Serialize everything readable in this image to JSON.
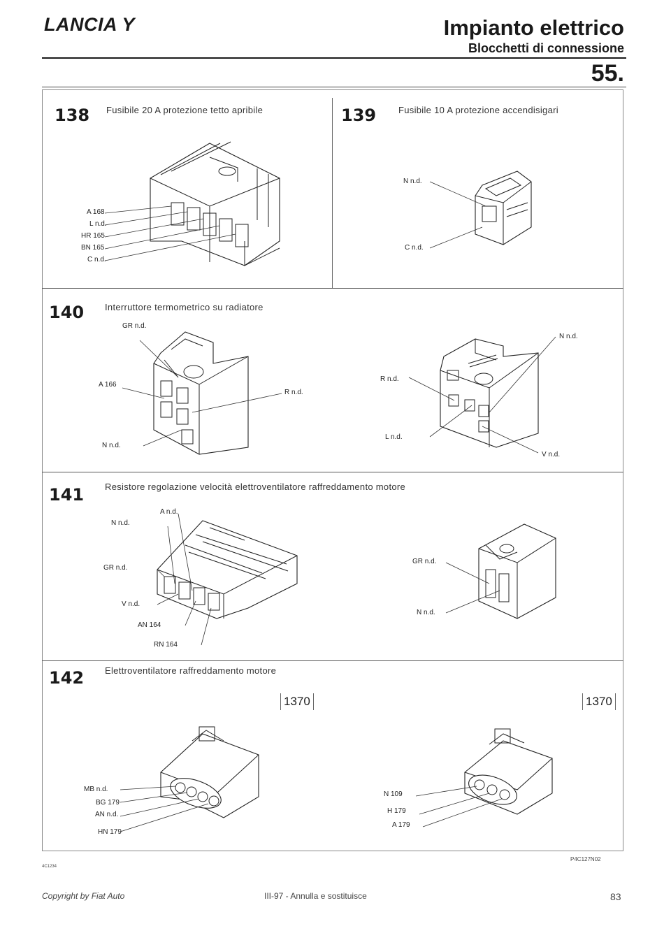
{
  "header": {
    "brand": "LANCIA Y",
    "title": "Impianto elettrico",
    "subtitle": "Blocchetti di connessione",
    "page_section": "55."
  },
  "sections": [
    {
      "number": "138",
      "description": "Fusibile 20 A protezione tetto apribile",
      "labels": [
        "A 168",
        "L n.d.",
        "HR 165",
        "BN 165",
        "C n.d."
      ]
    },
    {
      "number": "139",
      "description": "Fusibile 10 A protezione accendisigari",
      "labels": [
        "N n.d.",
        "C n.d."
      ]
    },
    {
      "number": "140",
      "description": "Interruttore termometrico su radiatore",
      "labels_left": [
        "GR n.d.",
        "A 166",
        "R n.d.",
        "N n.d."
      ],
      "labels_right": [
        "N n.d.",
        "R n.d.",
        "L n.d.",
        "V n.d."
      ]
    },
    {
      "number": "141",
      "description": "Resistore regolazione velocità elettroventilatore raffreddamento motore",
      "labels_left": [
        "A n.d.",
        "N n.d.",
        "GR n.d.",
        "V n.d.",
        "AN 164",
        "RN 164"
      ],
      "labels_right": [
        "GR n.d.",
        "N n.d."
      ]
    },
    {
      "number": "142",
      "description": "Elettroventilatore raffreddamento motore",
      "ref_left": "1370",
      "ref_right": "1370",
      "labels_left": [
        "MB n.d.",
        "BG 179",
        "AN n.d.",
        "HN 179"
      ],
      "labels_right": [
        "N 109",
        "H 179",
        "A 179"
      ]
    }
  ],
  "footer": {
    "image_code": "P4C127N02",
    "small_code": "4C1234",
    "copyright": "Copyright by Fiat Auto",
    "edition": "III-97 - Annulla e sostituisce",
    "page": "83"
  }
}
